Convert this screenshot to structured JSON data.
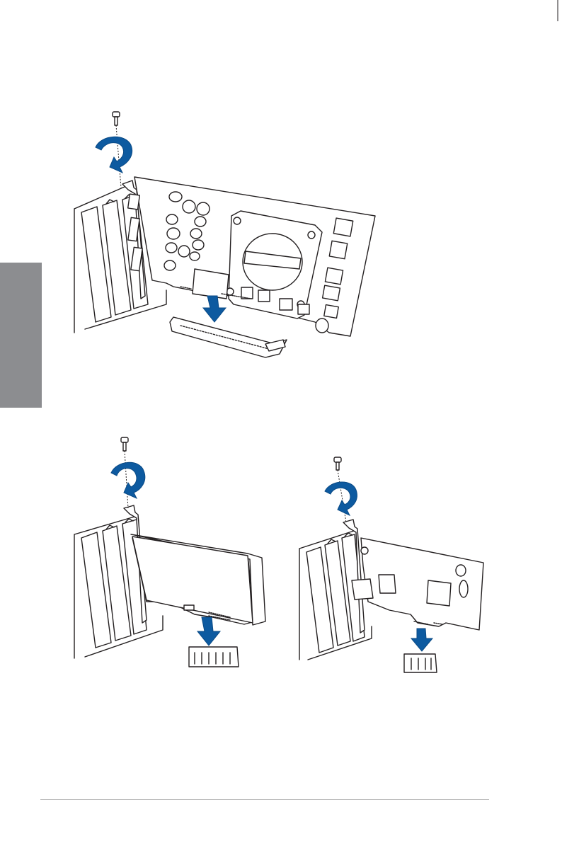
{
  "page": {
    "section_tab_color": "#8c8d90",
    "arrow_color": "#0d5aa0"
  },
  "illustrations": [
    {
      "name": "graphics-card-install",
      "icons": [
        "screw-icon",
        "rotate-arrow-icon",
        "down-arrow-icon"
      ]
    },
    {
      "name": "ssd-card-install",
      "icons": [
        "screw-icon",
        "rotate-arrow-icon",
        "down-arrow-icon"
      ]
    },
    {
      "name": "expansion-card-install",
      "icons": [
        "screw-icon",
        "rotate-arrow-icon",
        "down-arrow-icon"
      ]
    }
  ]
}
